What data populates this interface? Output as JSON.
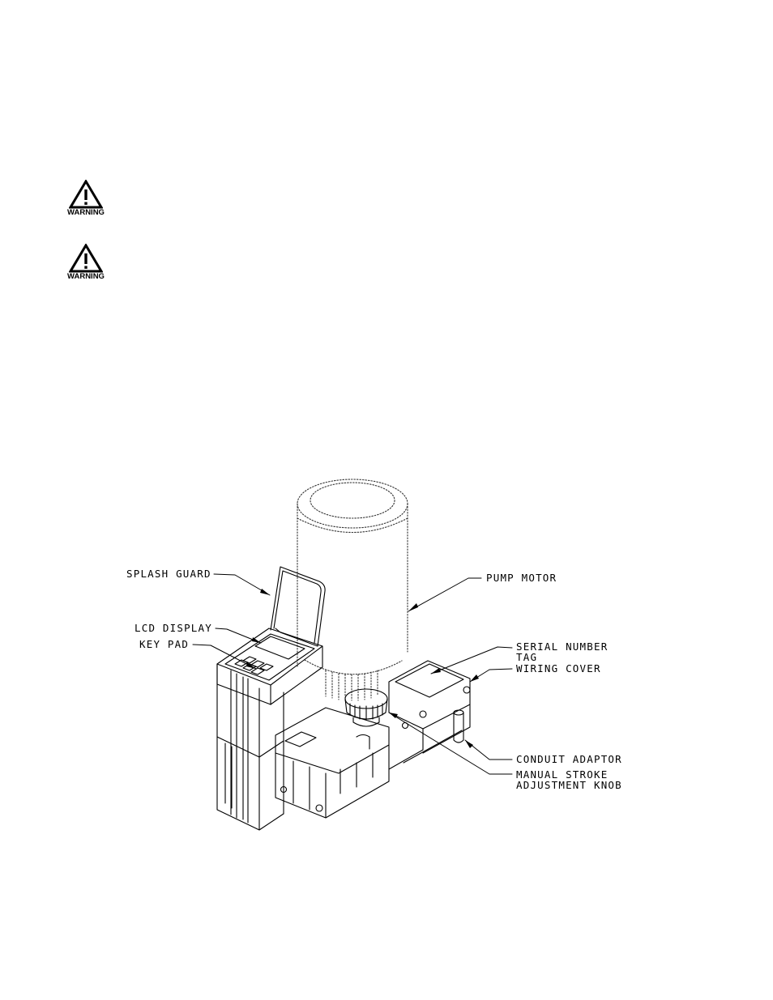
{
  "warnings": [
    {
      "label": "WARNING",
      "icon": "warning-triangle-icon"
    },
    {
      "label": "WARNING",
      "icon": "warning-triangle-icon"
    }
  ],
  "diagram": {
    "callouts": {
      "splash_guard": "SPLASH GUARD",
      "lcd_display": "LCD DISPLAY",
      "key_pad": "KEY PAD",
      "pump_motor": "PUMP MOTOR",
      "serial_number_line1": "SERIAL NUMBER",
      "serial_number_line2": "TAG",
      "wiring_cover": "WIRING COVER",
      "conduit_adaptor": "CONDUIT ADAPTOR",
      "manual_stroke_line1": "MANUAL STROKE",
      "manual_stroke_line2": "ADJUSTMENT KNOB"
    }
  }
}
